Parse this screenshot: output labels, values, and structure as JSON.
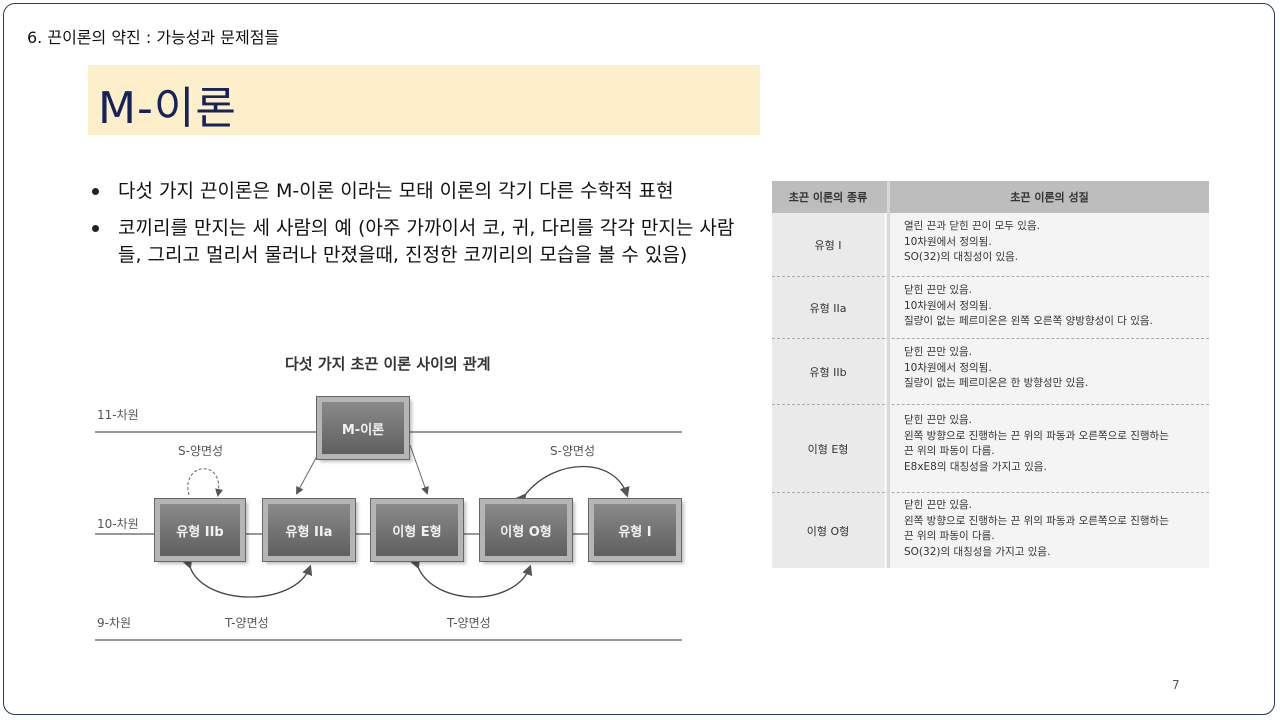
{
  "header": {
    "section_title": "6. 끈이론의 약진 : 가능성과 문제점들"
  },
  "title": "M-이론",
  "bullets": [
    "다섯 가지 끈이론은  M-이론 이라는 모태 이론의 각기 다른 수학적 표현",
    "코끼리를 만지는 세 사람의 예 (아주 가까이서 코, 귀, 다리를 각각 만지는 사람들, 그리고 멀리서 물러나 만졌을때, 진정한 코끼리의 모습을 볼 수 있음)"
  ],
  "diagram": {
    "title": "다섯 가지 초끈 이론 사이의 관계",
    "levels": {
      "d11": "11-차원",
      "d10": "10-차원",
      "d9": "9-차원"
    },
    "m_box": "M-이론",
    "boxes": [
      "유형 IIb",
      "유형 IIa",
      "이형 E형",
      "이형 O형",
      "유형 I"
    ],
    "s_duality_left": "S-양면성",
    "s_duality_right": "S-양면성",
    "t_duality_left": "T-양면성",
    "t_duality_right": "T-양면성"
  },
  "table": {
    "headers": [
      "초끈 이론의 종류",
      "초끈 이론의 성질"
    ],
    "rows": [
      {
        "type": "유형 I",
        "lines": [
          "열린 끈과 닫힌 끈이 모두 있음.",
          "10차원에서 정의됨.",
          "SO(32)의 대칭성이 있음."
        ]
      },
      {
        "type": "유형 IIa",
        "lines": [
          "닫힌 끈만 있음.",
          "10차원에서 정의됨.",
          "질량이 없는 페르미온은 왼쪽 오른쪽 양방향성이 다 있음."
        ]
      },
      {
        "type": "유형 IIb",
        "lines": [
          "닫힌 끈만 있음.",
          "10차원에서 정의됨.",
          "질량이 없는 페르미온은 한 방향성만 있음."
        ]
      },
      {
        "type": "이형 E형",
        "lines": [
          "닫힌 끈만 있음.",
          "왼쪽 방향으로 진행하는 끈 위의 파동과 오른쪽으로 진행하는",
          "끈 위의 파동이 다름.",
          "E8xE8의 대칭성을 가지고 있음."
        ]
      },
      {
        "type": "이형 O형",
        "lines": [
          "닫힌 끈만 있음.",
          "왼쪽 방향으로 진행하는 끈 위의 파동과 오른쪽으로 진행하는",
          "끈 위의 파동이 다름.",
          "SO(32)의 대칭성을 가지고 있음."
        ]
      }
    ]
  },
  "page_number": "7"
}
